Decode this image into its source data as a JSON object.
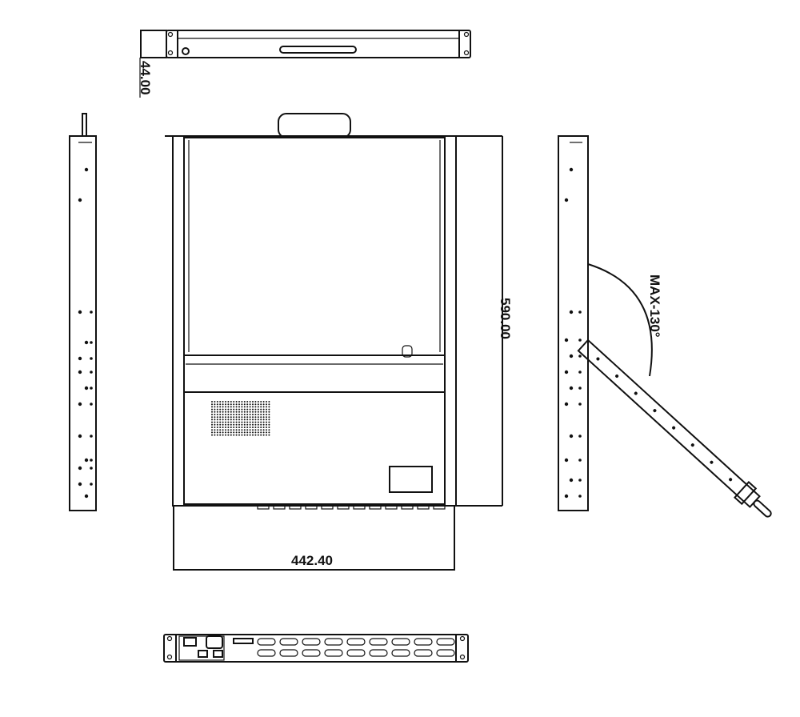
{
  "title": "Rack console dimension drawing",
  "dimensions": {
    "height": "44.00",
    "depth": "590.00",
    "width": "442.40",
    "tilt_angle": "MAX-130°"
  },
  "colors": {
    "line": "#111111",
    "background": "#ffffff"
  }
}
